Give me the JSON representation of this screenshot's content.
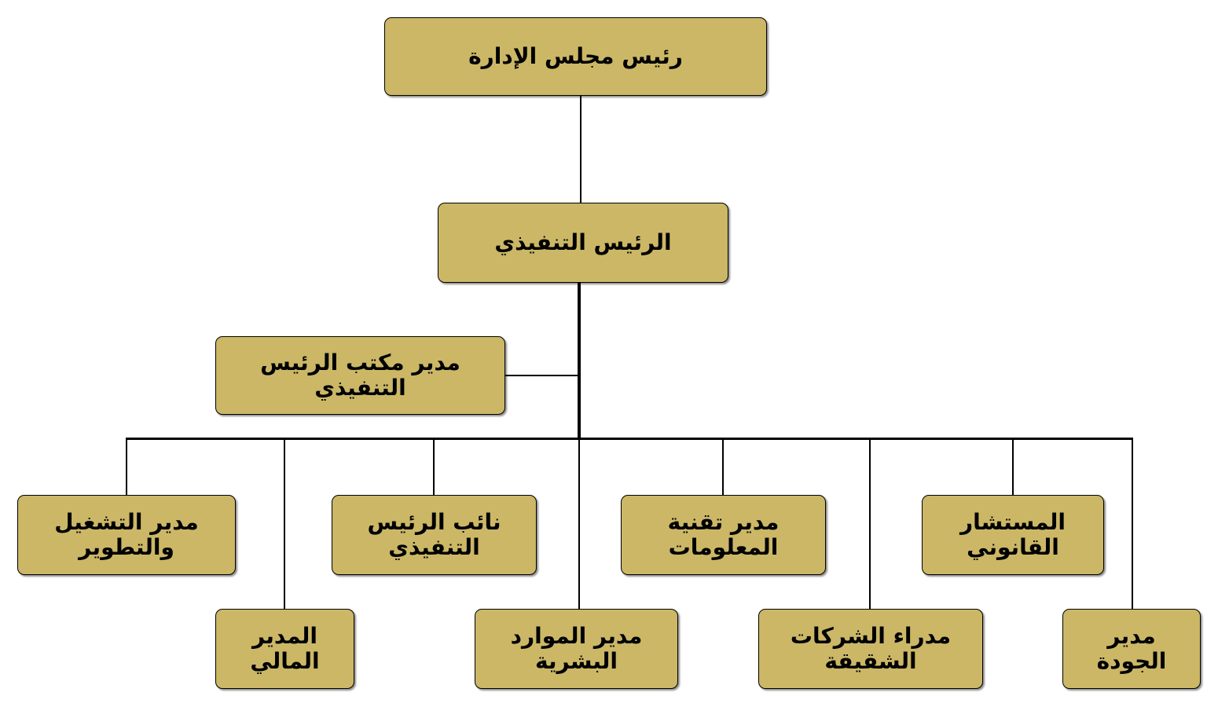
{
  "org_chart": {
    "type": "organization-chart",
    "language": "ar",
    "direction": "rtl",
    "colors": {
      "box_fill": "#CBB766",
      "box_border": "#000000",
      "connector_line": "#000000",
      "text": "#000000",
      "background": "#FFFFFF"
    },
    "nodes": [
      {
        "id": "chairman",
        "label": "رئيس مجلس الإدارة"
      },
      {
        "id": "ceo",
        "label": "الرئيس التنفيذي"
      },
      {
        "id": "ceo-office-manager",
        "label": "مدير مكتب الرئيس التنفيذي"
      },
      {
        "id": "operations-development-manager",
        "label": "مدير التشغيل والتطوير"
      },
      {
        "id": "deputy-ceo",
        "label": "نائب الرئيس التنفيذي"
      },
      {
        "id": "it-manager",
        "label": "مدير تقنية المعلومات"
      },
      {
        "id": "legal-advisor",
        "label": "المستشار القانوني"
      },
      {
        "id": "financial-manager",
        "label": "المدير المالي"
      },
      {
        "id": "hr-manager",
        "label": "مدير الموارد البشرية"
      },
      {
        "id": "sister-companies-managers",
        "label": "مدراء الشركات الشقيقة"
      },
      {
        "id": "quality-manager",
        "label": "مدير الجودة"
      }
    ],
    "edges": [
      {
        "from": "chairman",
        "to": "ceo"
      },
      {
        "from": "ceo",
        "to": "ceo-office-manager",
        "style": "assistant-side-link"
      },
      {
        "from": "ceo",
        "to": "operations-development-manager"
      },
      {
        "from": "ceo",
        "to": "financial-manager"
      },
      {
        "from": "ceo",
        "to": "deputy-ceo"
      },
      {
        "from": "ceo",
        "to": "hr-manager"
      },
      {
        "from": "ceo",
        "to": "it-manager"
      },
      {
        "from": "ceo",
        "to": "sister-companies-managers"
      },
      {
        "from": "ceo",
        "to": "legal-advisor"
      },
      {
        "from": "ceo",
        "to": "quality-manager"
      }
    ]
  }
}
